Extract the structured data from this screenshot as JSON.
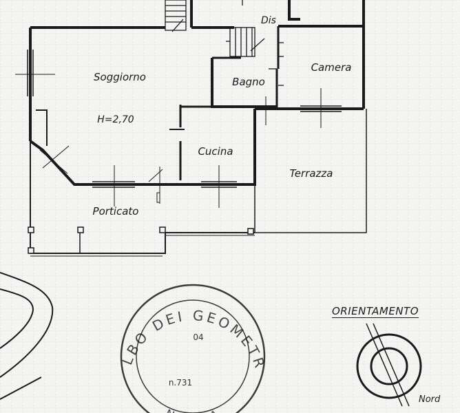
{
  "rooms": {
    "soggiorno": "Soggiorno",
    "height_note": "H=2,70",
    "bagno": "Bagno",
    "camera": "Camera",
    "dis": "Dis",
    "cucina": "Cucina",
    "terrazza": "Terrazza",
    "porticato": "Porticato"
  },
  "orientation": {
    "title": "ORIENTAMENTO",
    "north": "Nord"
  },
  "stamp": {
    "top_text": "ALBO DEI GEOMETRI",
    "bottom_text": "NOVARA",
    "center_top": "04",
    "center_number": "n.731"
  },
  "colors": {
    "paper": "#f4f4f2",
    "ink": "#1a1a1a",
    "grid": "#b9b9b9"
  }
}
